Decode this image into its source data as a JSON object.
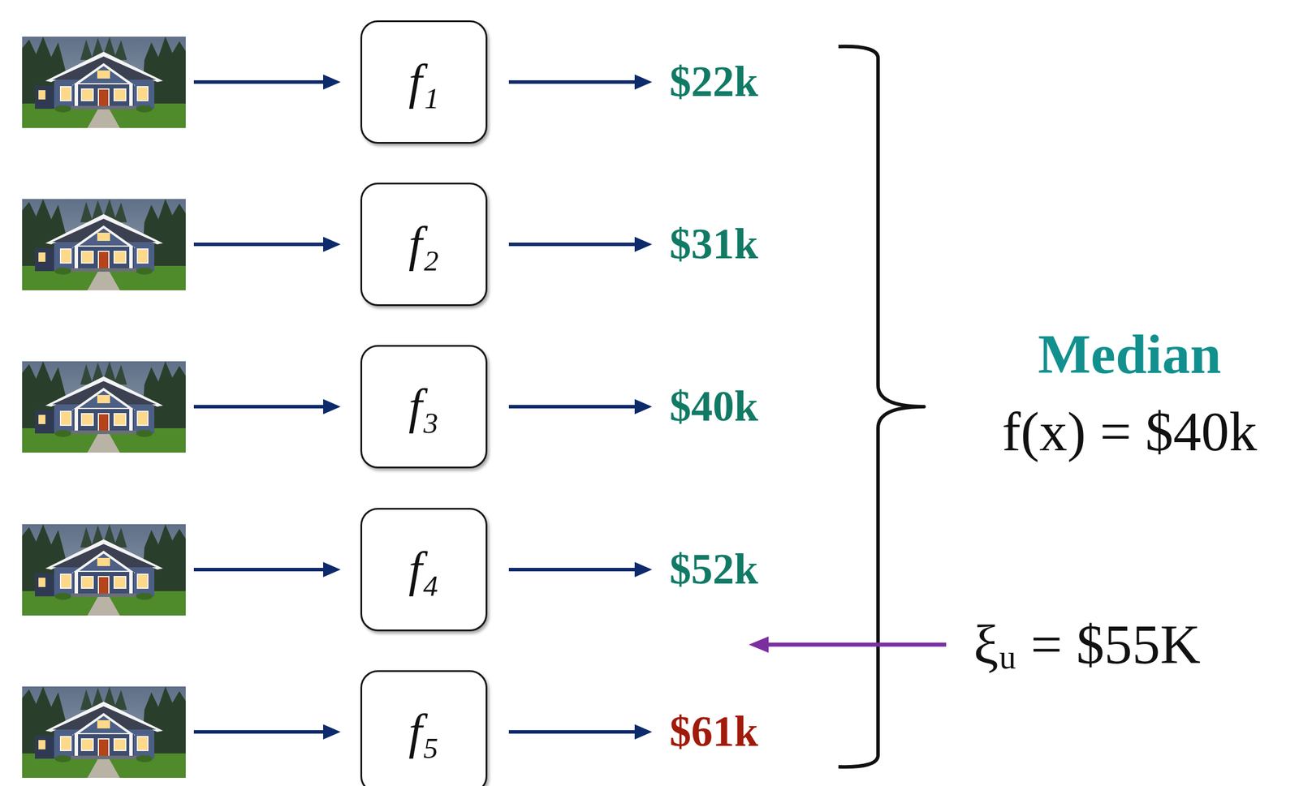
{
  "diagram": {
    "nodes": [
      {
        "text": [
          "f₁"
        ]
      },
      {
        "text": [
          "f₂"
        ]
      },
      {
        "text": [
          "f₃"
        ]
      },
      {
        "text": [
          "f₄"
        ]
      },
      {
        "text": [
          "f₅"
        ]
      }
    ],
    "labels": [
      "$22k",
      "$31k",
      "$40k",
      "$52k",
      "$61k",
      "Median",
      "f(x) = $40k",
      "ξᵤ = $55K"
    ]
  }
}
